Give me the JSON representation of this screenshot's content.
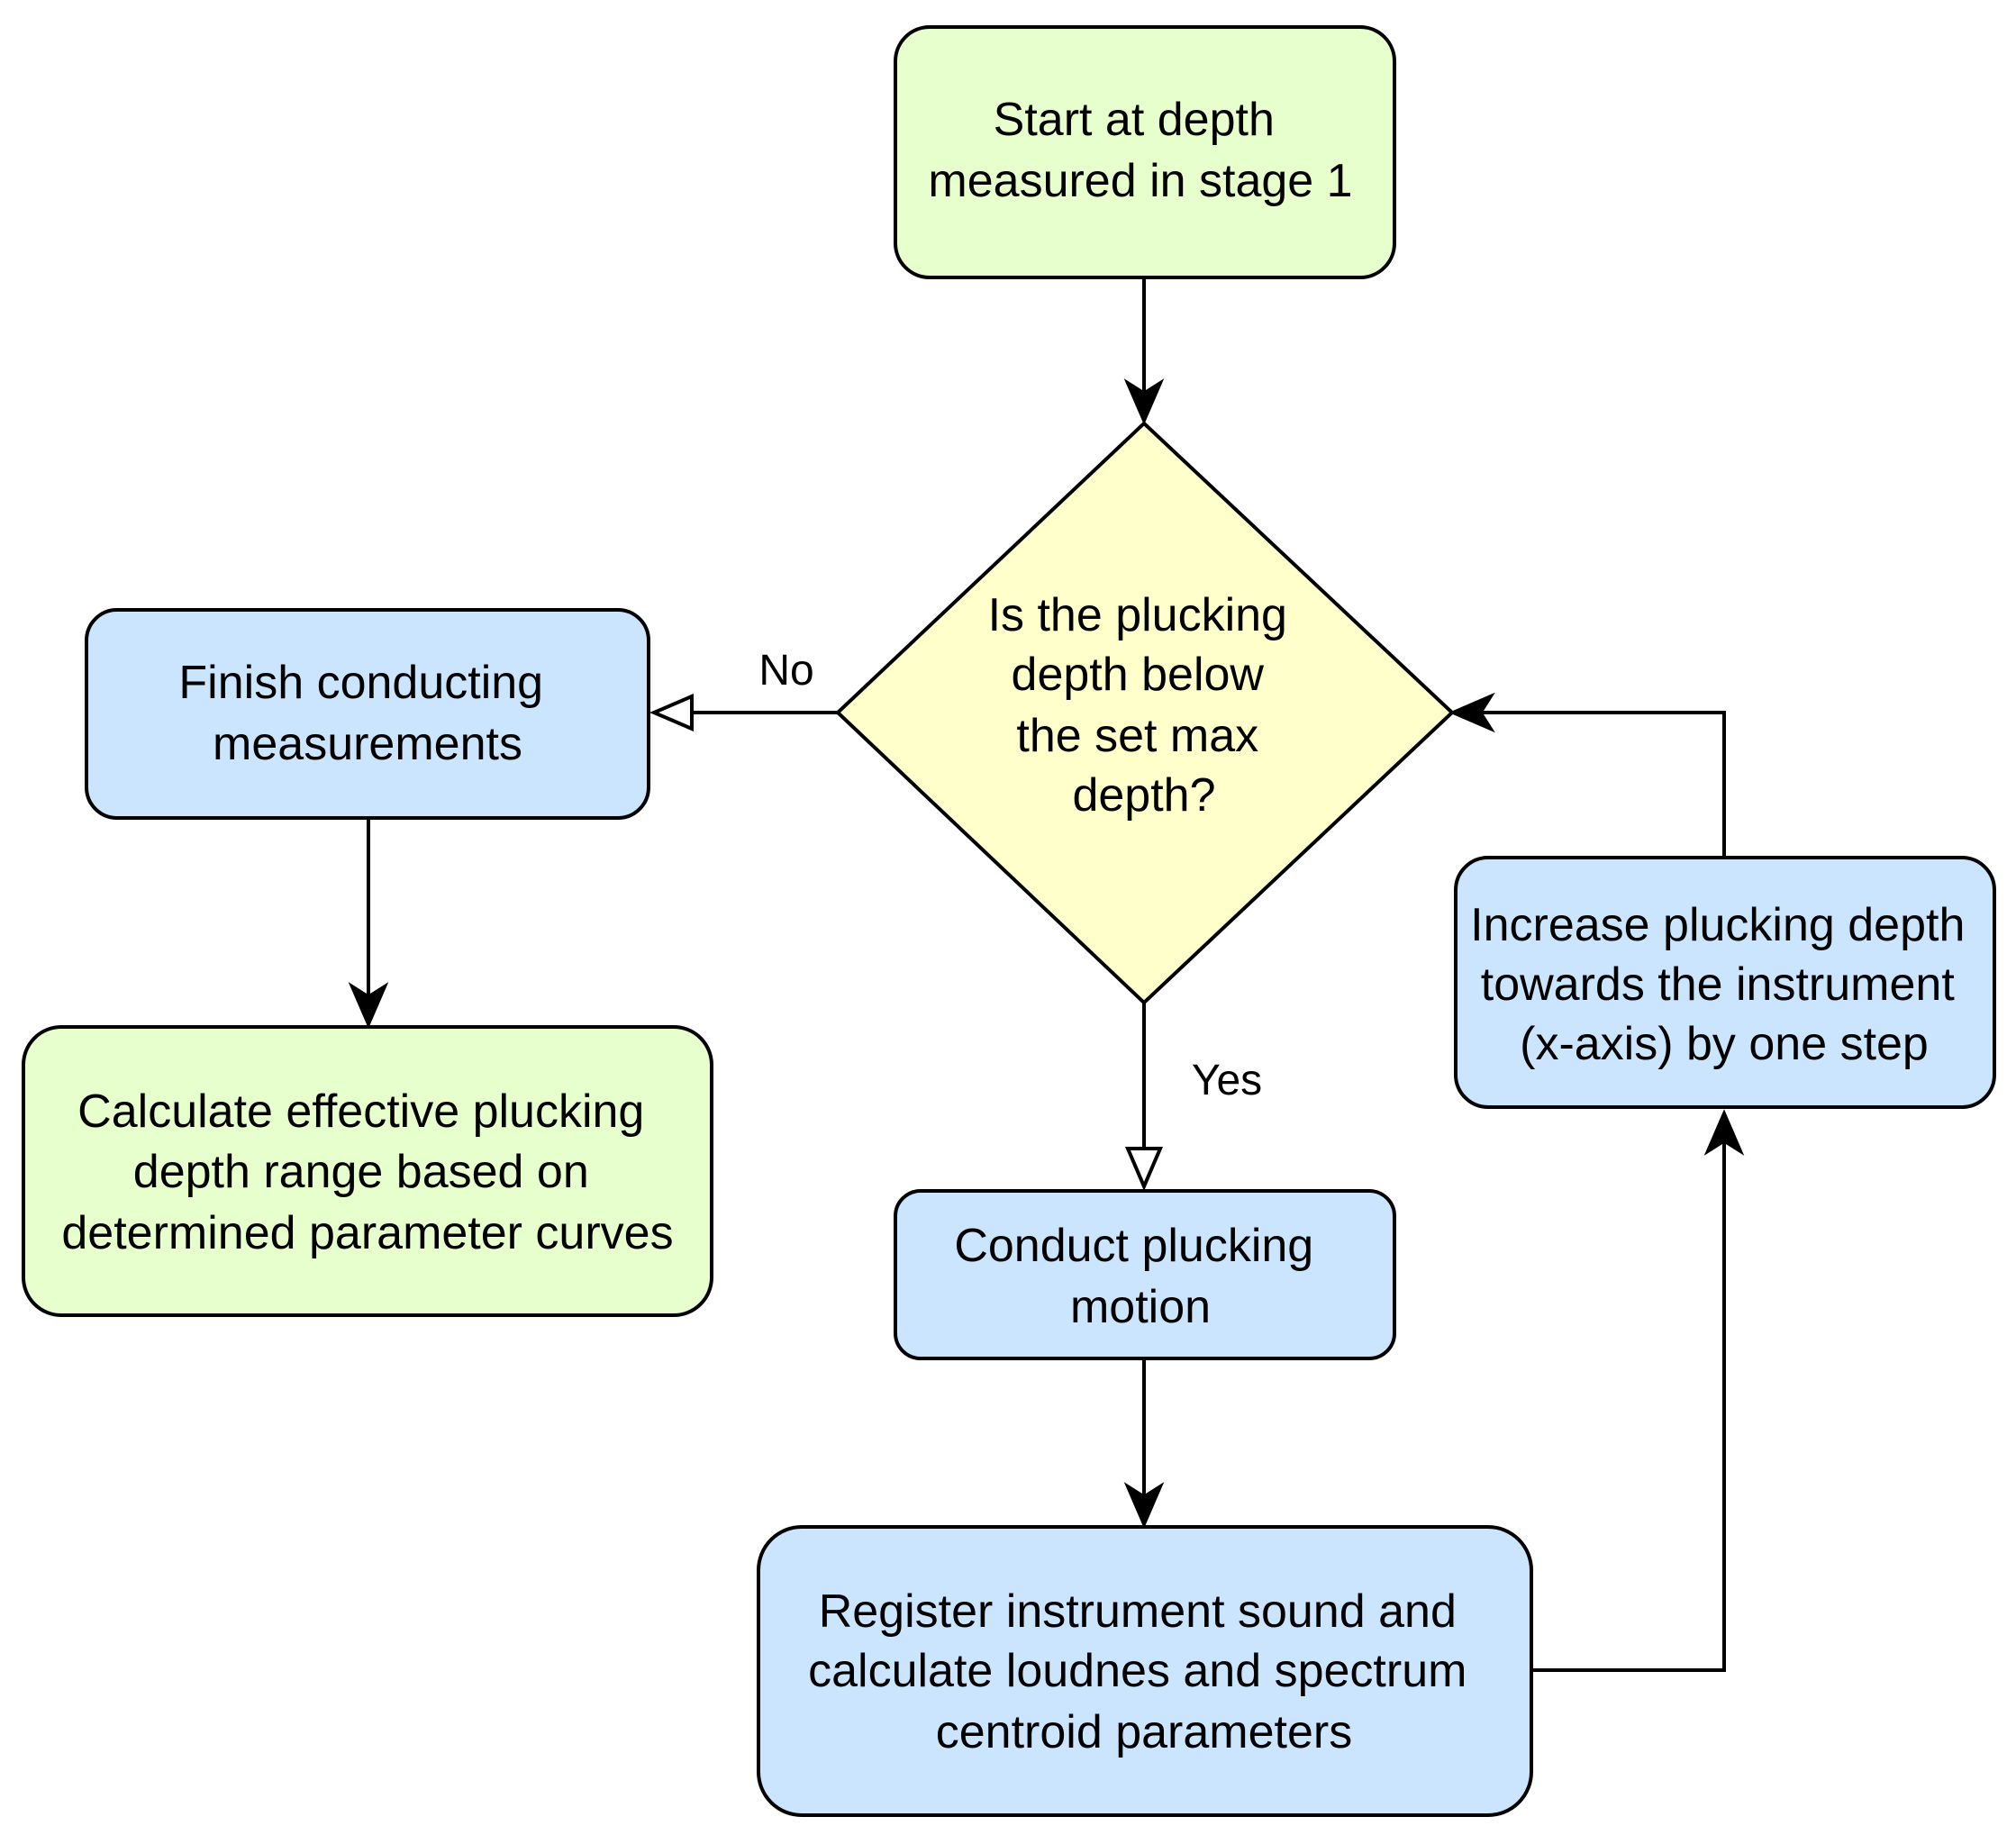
{
  "colors": {
    "terminal_fill": "#e6ffcc",
    "process_fill": "#cce5ff",
    "decision_fill": "#ffffcc",
    "stroke": "#000000"
  },
  "nodes": {
    "start": {
      "lines": [
        "Start at depth",
        "measured in stage 1"
      ]
    },
    "decision": {
      "lines": [
        "Is the plucking",
        "depth below",
        "the set max",
        "depth?"
      ]
    },
    "finish": {
      "lines": [
        "Finish conducting",
        "measurements"
      ]
    },
    "calculate": {
      "lines": [
        "Calculate effective plucking",
        "depth range based on",
        "determined parameter curves"
      ]
    },
    "pluck": {
      "lines": [
        "Conduct plucking",
        "motion"
      ]
    },
    "register": {
      "lines": [
        "Register instrument sound and",
        "calculate loudnes and spectrum",
        "centroid parameters"
      ]
    },
    "increase": {
      "lines": [
        "Increase plucking depth",
        "towards the instrument",
        "(x-axis) by one step"
      ]
    }
  },
  "edges": {
    "no_label": "No",
    "yes_label": "Yes"
  }
}
